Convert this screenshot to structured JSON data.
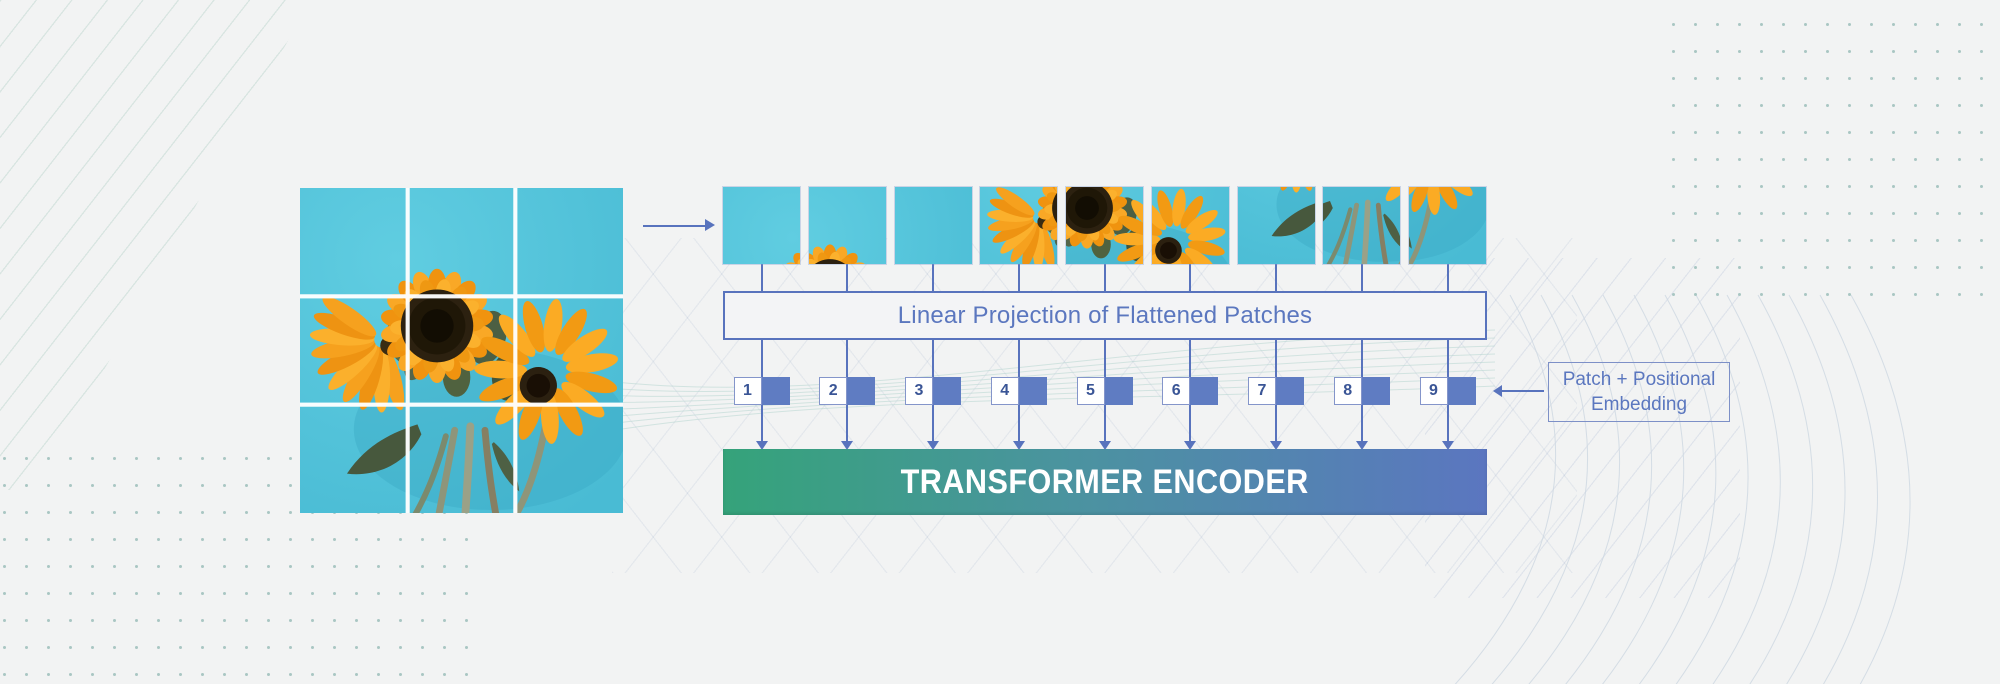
{
  "page": {
    "background": "#f2f3f3"
  },
  "colors": {
    "page_bg": "#f2f3f3",
    "accent_blue": "#5873bd",
    "number_text": "#3a5596",
    "embedding_fill": "#5f7cc2",
    "encoder_gradient_start": "#35a37a",
    "encoder_gradient_end": "#5b76c0",
    "photo_sky": "#52c3da",
    "petal_yellow": "#f8a725",
    "flower_disc": "#2c2110",
    "stem_green": "#8e957a",
    "dot_color": "#a9c6c3",
    "hatch_color": "#d7e4e0",
    "curve_teal": "#b7d5cf",
    "curve_gray": "#cfd8e2"
  },
  "diagram": {
    "input_image": {
      "name": "sunflower-photo",
      "grid_rows": 3,
      "grid_cols": 3
    },
    "patches": {
      "count": 9,
      "cells": [
        [
          0,
          0
        ],
        [
          1,
          0
        ],
        [
          2,
          0
        ],
        [
          0,
          1
        ],
        [
          1,
          1
        ],
        [
          2,
          1
        ],
        [
          0,
          2
        ],
        [
          1,
          2
        ],
        [
          2,
          2
        ]
      ]
    },
    "linear_projection_label": "Linear Projection of Flattened Patches",
    "tokens": [
      "1",
      "2",
      "3",
      "4",
      "5",
      "6",
      "7",
      "8",
      "9"
    ],
    "position_label": {
      "line1": "Patch + Positional",
      "line2": "Embedding"
    },
    "encoder_label": "TRANSFORMER ENCODER"
  }
}
